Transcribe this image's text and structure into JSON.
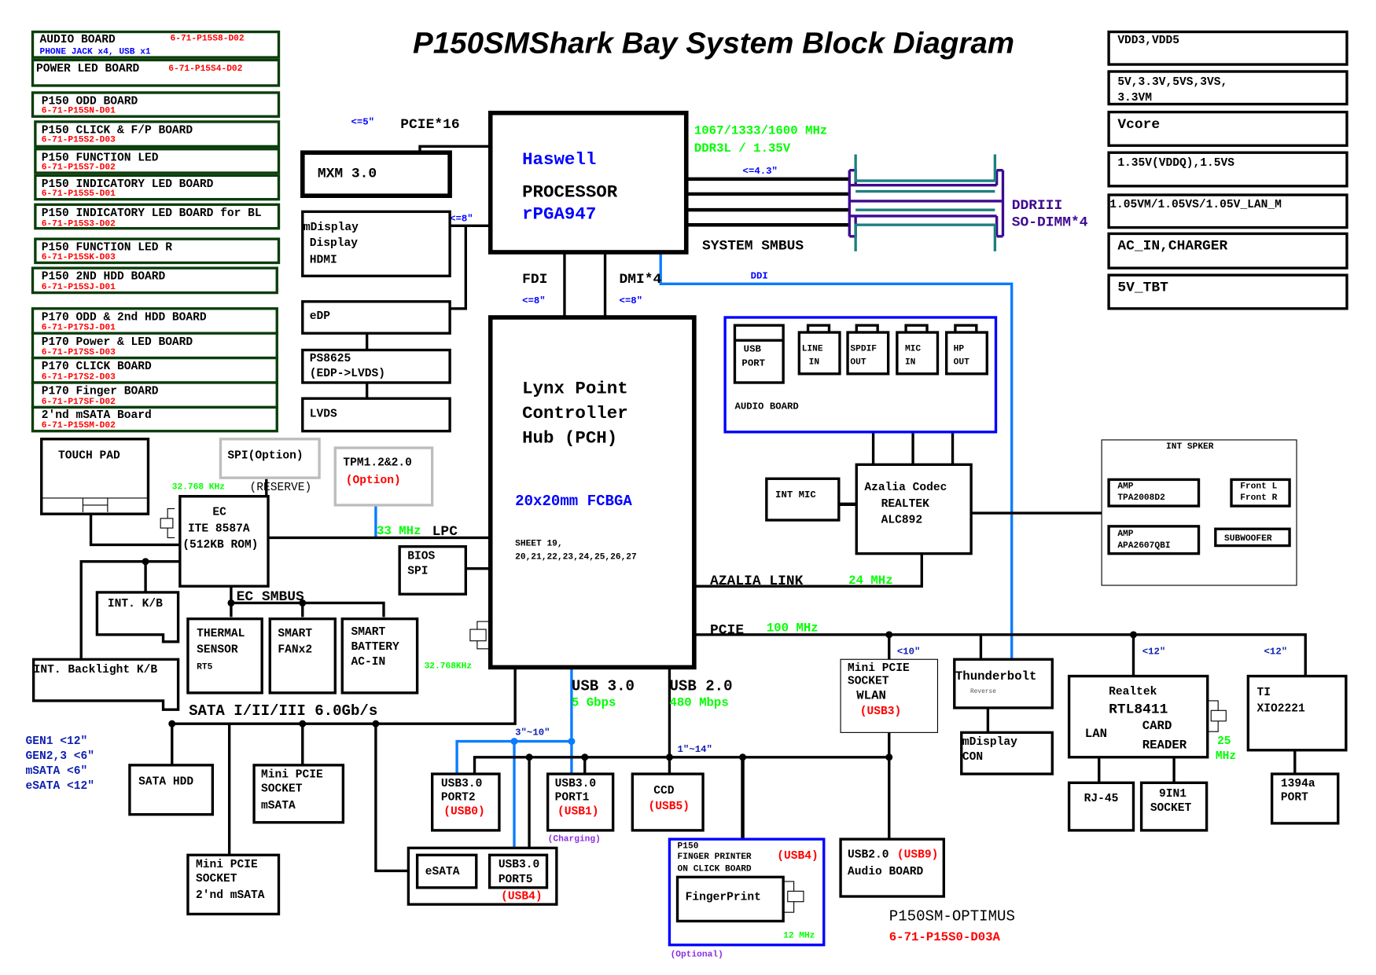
{
  "title": "P150SMShark Bay System Block Diagram",
  "side_boards": [
    {
      "name": "AUDIO BOARD",
      "sub": "PHONE JACK x4, USB x1",
      "part": "6-71-P15S8-D02"
    },
    {
      "name": "POWER LED BOARD",
      "part": "6-71-P15S4-D02"
    },
    {
      "name": "P150 ODD BOARD",
      "part": "6-71-P15SN-D01"
    },
    {
      "name": "P150 CLICK & F/P BOARD",
      "part": "6-71-P15S2-D03"
    },
    {
      "name": "P150 FUNCTION LED",
      "part": "6-71-P15S7-D02"
    },
    {
      "name": "P150 INDICATORY LED BOARD",
      "part": "6-71-P15S5-D01"
    },
    {
      "name": "P150 INDICATORY LED BOARD for BL",
      "part": "6-71-P15S3-D02"
    },
    {
      "name": "P150 FUNCTION LED R",
      "part": "6-71-P15SK-D03"
    },
    {
      "name": "P150 2ND HDD BOARD",
      "part": "6-71-P15SJ-D01"
    },
    {
      "name": "P170 ODD & 2nd HDD BOARD",
      "part": "6-71-P17SJ-D01"
    },
    {
      "name": "P170 Power & LED BOARD",
      "part": "6-71-P17SS-D03"
    },
    {
      "name": "P170 CLICK BOARD",
      "part": "6-71-P17S2-D03"
    },
    {
      "name": "P170 Finger BOARD",
      "part": "6-71-P17SF-D02"
    },
    {
      "name": "2'nd mSATA Board",
      "part": "6-71-P15SM-D02"
    }
  ],
  "power_rails": [
    {
      "l1": "VDD3,VDD5"
    },
    {
      "l1": "5V,3.3V,5VS,3VS,",
      "l2": "3.3VM"
    },
    {
      "l1": "Vcore"
    },
    {
      "l1": "1.35V(VDDQ),1.5VS"
    },
    {
      "l1": "1.05VM/1.05VS/1.05V_LAN_M"
    },
    {
      "l1": "AC_IN,CHARGER"
    },
    {
      "l1": "5V_TBT"
    }
  ],
  "gpu": {
    "len": "<=5\"",
    "bus": "PCIE*16",
    "name": "MXM 3.0"
  },
  "cpu": {
    "name": "Haswell",
    "type": "PROCESSOR",
    "pkg": "rPGA947"
  },
  "memory": {
    "freq": "1067/1333/1600 MHz",
    "volt": "DDR3L / 1.35V",
    "len": "<=4.3\"",
    "name1": "DDRIII",
    "name2": "SO-DIMM*4",
    "smbus": "SYSTEM SMBUS"
  },
  "links": {
    "fdi": "FDI",
    "fdi_len": "<=8\"",
    "dmi": "DMI*4",
    "dmi_len": "<=8\"",
    "ddi": "DDI"
  },
  "display": {
    "len": "<=8\"",
    "mdisplay": "mDisplay",
    "display": "Display",
    "hdmi": "HDMI",
    "edp": "eDP",
    "ps_1": "PS8625",
    "ps_2": "(EDP->LVDS)",
    "lvds": "LVDS"
  },
  "pch": {
    "l1": "Lynx Point",
    "l2": "Controller",
    "l3": "Hub (PCH)",
    "pkg": "20x20mm FCBGA",
    "sheet1": "SHEET 19,",
    "sheet2": "20,21,22,23,24,25,26,27"
  },
  "audio_board": {
    "ports": [
      {
        "l1": "USB",
        "l2": "PORT"
      },
      {
        "l1": "LINE",
        "l2": "IN"
      },
      {
        "l1": "SPDIF",
        "l2": "OUT"
      },
      {
        "l1": "MIC",
        "l2": "IN"
      },
      {
        "l1": "HP",
        "l2": "OUT"
      }
    ],
    "label": "AUDIO BOARD"
  },
  "codec": {
    "int_mic": "INT MIC",
    "l1": "Azalia Codec",
    "l2": "REALTEK",
    "l3": "ALC892",
    "link": "AZALIA LINK",
    "link_freq": "24 MHz"
  },
  "speaker": {
    "title": "INT SPKER",
    "amp1_a": "AMP",
    "amp1_b": "TPA2008D2",
    "front_l": "Front L",
    "front_r": "Front R",
    "amp2_a": "AMP",
    "amp2_b": "APA2607QBI",
    "sub": "SUBWOOFER"
  },
  "ec": {
    "touchpad": "TOUCH PAD",
    "spi": "SPI(Option)",
    "reserve": "(RESERVE)",
    "xtal": "32.768 KHz",
    "tpm": "TPM1.2&2.0",
    "tpm_opt": "(Option)",
    "lpc_freq": "33 MHz",
    "lpc": "LPC",
    "l1": "EC",
    "l2": "ITE 8587A",
    "l3": "(512KB ROM)",
    "bios1": "BIOS",
    "bios2": "SPI",
    "kb": "INT. K/B",
    "backlight": "INT. Backlight K/B",
    "smbus": "EC SMBUS",
    "thermal1": "THERMAL",
    "thermal2": "SENSOR",
    "thermal3": "RT5",
    "fan1": "SMART",
    "fan2": "FANx2",
    "bat1": "SMART",
    "bat2": "BATTERY",
    "bat3": "AC-IN",
    "pch_xtal": "32.768KHz"
  },
  "sata": {
    "label": "SATA I/II/III 6.0Gb/s",
    "notes": [
      "GEN1 <12\"",
      "GEN2,3 <6\"",
      "mSATA <6\"",
      "eSATA <12\""
    ],
    "hdd": "SATA HDD",
    "msata1": "Mini PCIE",
    "msata2": "SOCKET",
    "msata3": "mSATA",
    "msata2nd1": "Mini PCIE",
    "msata2nd2": "SOCKET",
    "msata2nd3": "2'nd mSATA",
    "esata": "eSATA"
  },
  "usb": {
    "u3": "USB 3.0",
    "u3_speed": "5 Gbps",
    "u2": "USB 2.0",
    "u2_speed": "480 Mbps",
    "u3_len": "3\"~10\"",
    "u2_len": "1\"~14\"",
    "port2": {
      "l1": "USB3.0",
      "l2": "PORT2",
      "id": "(USB0)"
    },
    "port1": {
      "l1": "USB3.0",
      "l2": "PORT1",
      "id": "(USB1)",
      "note": "(Charging)"
    },
    "ccd": {
      "l1": "CCD",
      "id": "(USB5)"
    },
    "port5": {
      "l1": "USB3.0",
      "l2": "PORT5",
      "id": "(USB4)"
    },
    "fp": {
      "l1": "P150",
      "l2": "FINGER PRINTER",
      "id": "(USB4)",
      "l3": "ON CLICK BOARD",
      "name": "FingerPrint",
      "freq": "12 MHz",
      "note": "(Optional)"
    },
    "audio": {
      "l1": "USB2.0",
      "id": "(USB9)",
      "l2": "Audio BOARD"
    }
  },
  "pcie": {
    "label": "PCIE",
    "freq": "100 MHz",
    "len_wlan": "<10\"",
    "len_lan": "<12\"",
    "len_ti": "<12\"",
    "wlan": {
      "l1": "Mini PCIE",
      "l2": "SOCKET",
      "l3": "WLAN",
      "id": "(USB3)"
    },
    "tb": {
      "l1": "Thunderbolt",
      "l2": "Reverse"
    },
    "mdcon": {
      "l1": "mDisplay",
      "l2": "CON"
    },
    "lan": {
      "l1": "Realtek",
      "l2": "RTL8411",
      "l3": "CARD",
      "l4": "LAN",
      "l5": "READER",
      "x1": "25",
      "x2": "MHz"
    },
    "rj45": "RJ-45",
    "card1": "9IN1",
    "card2": "SOCKET",
    "ti": {
      "l1": "TI",
      "l2": "XIO2221"
    },
    "port1394": {
      "l1": "1394a",
      "l2": "PORT"
    }
  },
  "footer": {
    "model": "P150SM-OPTIMUS",
    "part": "6-71-P15S0-D03A"
  }
}
